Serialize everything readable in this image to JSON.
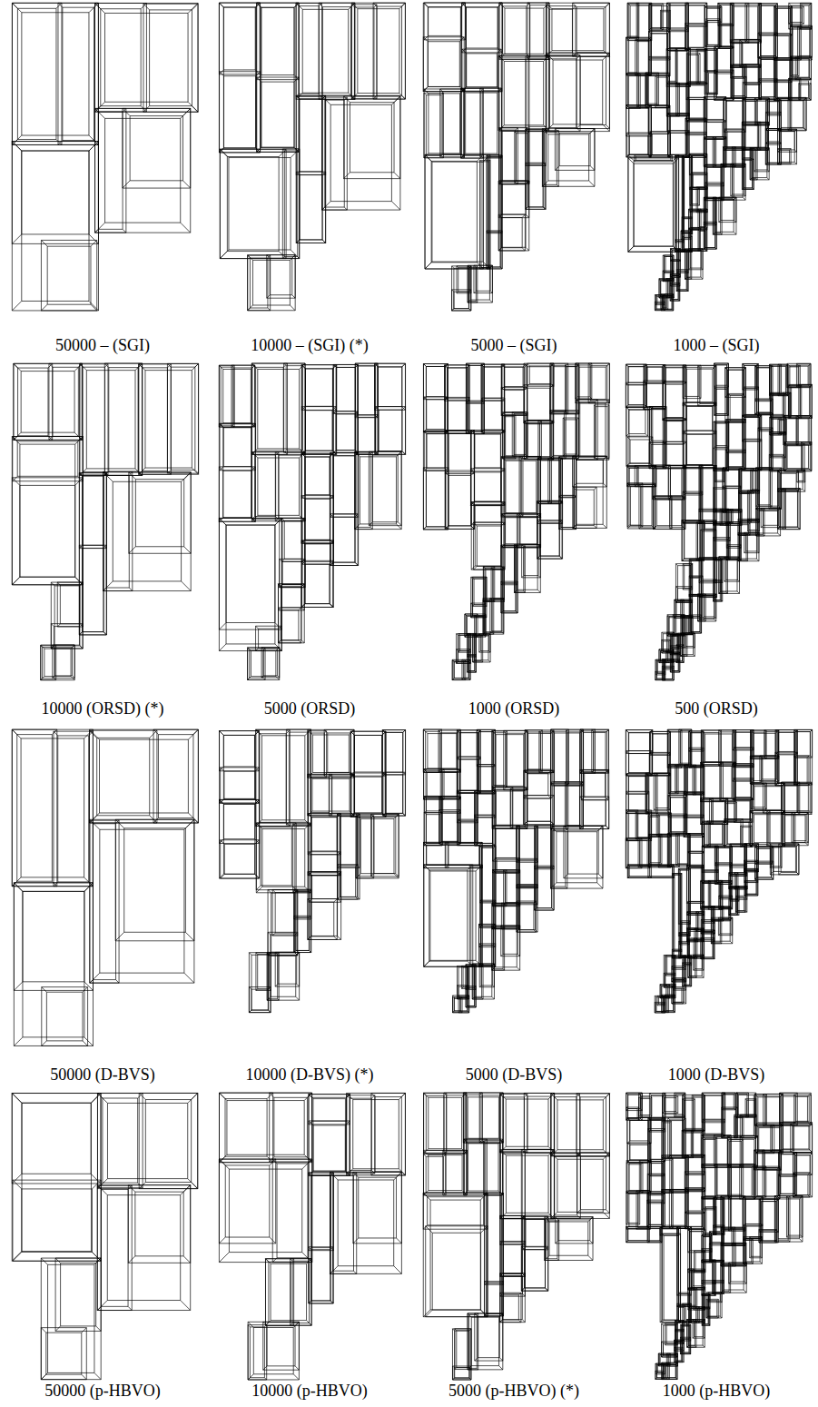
{
  "diagram": {
    "labels": [
      "50000 – (SGI)",
      "10000 – (SGI) (*)",
      "5000 – (SGI)",
      "1000 – (SGI)",
      "10000 (ORSD) (*)",
      "5000 (ORSD)",
      "1000 (ORSD)",
      "500 (ORSD)",
      "50000 (D-BVS)",
      "10000 (D-BVS) (*)",
      "5000 (D-BVS)",
      "1000 (D-BVS)",
      "50000 (p-HBVO)",
      "10000 (p-HBVO)",
      "5000 (p-HBVO) (*)",
      "1000 (p-HBVO)"
    ]
  }
}
